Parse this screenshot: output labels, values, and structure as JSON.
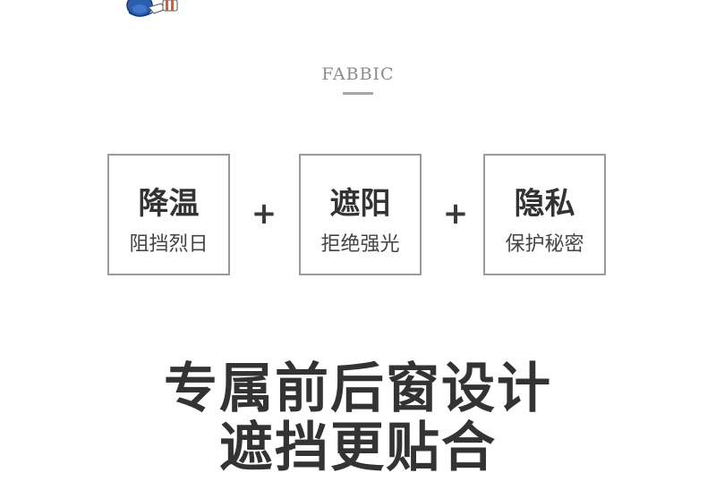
{
  "mascot": {
    "icon": "cartoon-mascot-icon",
    "colors": [
      "#2a5fb0",
      "#e8552b",
      "#ffffff"
    ]
  },
  "section": {
    "label": "FABBIC"
  },
  "features": [
    {
      "title": "降温",
      "subtitle": "阻挡烈日"
    },
    {
      "title": "遮阳",
      "subtitle": "拒绝强光"
    },
    {
      "title": "隐私",
      "subtitle": "保护秘密"
    }
  ],
  "connectors": [
    "+",
    "+"
  ],
  "headline": {
    "line1": "专属前后窗设计",
    "line2": "遮挡更贴合"
  }
}
